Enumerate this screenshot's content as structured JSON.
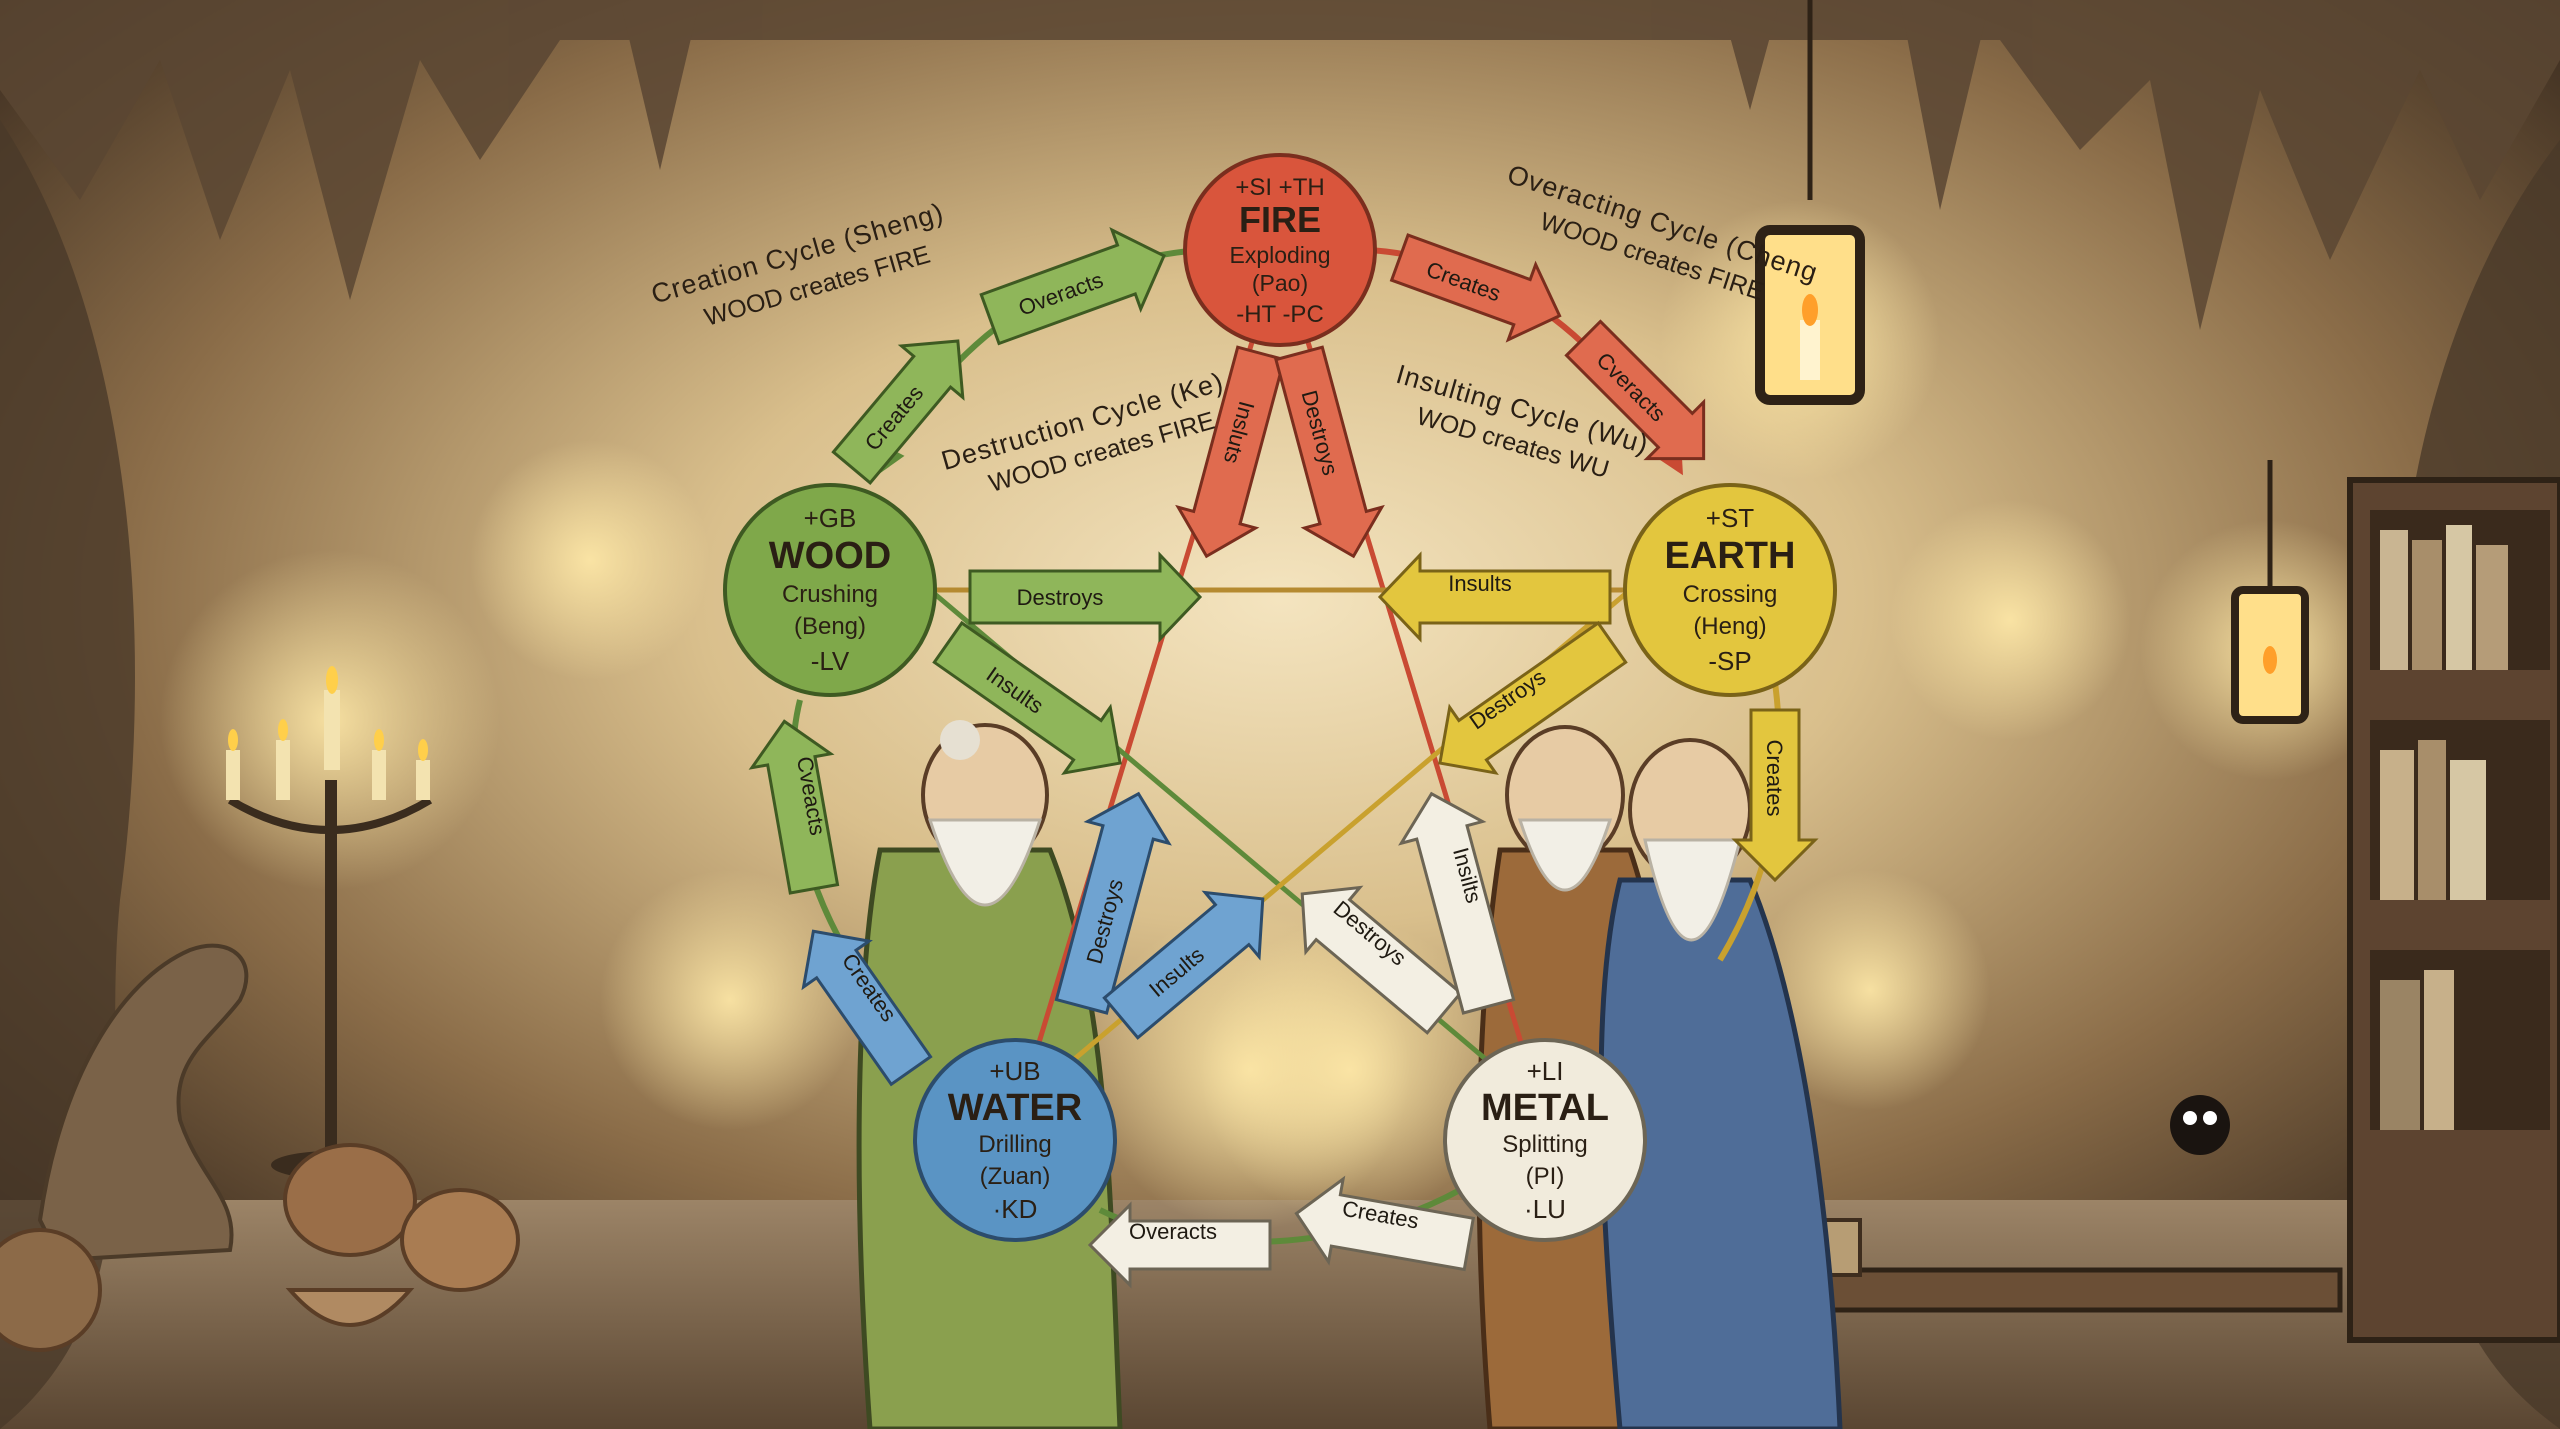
{
  "elements": {
    "fire": {
      "top": "+SI  +TH",
      "name": "FIRE",
      "movement": "Exploding",
      "chinese": "(Pao)",
      "bottom": "-HT   -PC",
      "color": "#d9553c"
    },
    "earth": {
      "top": "+ST",
      "name": "EARTH",
      "movement": "Crossing",
      "chinese": "(Heng)",
      "bottom": "-SP",
      "color": "#e3c63e"
    },
    "metal": {
      "top": "+LI",
      "name": "METAL",
      "movement": "Splitting",
      "chinese": "(PI)",
      "bottom": "·LU",
      "color": "#f1ebdc"
    },
    "water": {
      "top": "+UB",
      "name": "WATER",
      "movement": "Drilling",
      "chinese": "(Zuan)",
      "bottom": "·KD",
      "color": "#5a94c4"
    },
    "wood": {
      "top": "+GB",
      "name": "WOOD",
      "movement": "Crushing",
      "chinese": "(Beng)",
      "bottom": "-LV",
      "color": "#7fa84a"
    }
  },
  "cycles": {
    "creation": {
      "title": "Creation Cycle (Sheng)",
      "subtitle": "WOOD creates FIRE"
    },
    "destruction": {
      "title": "Destruction Cycle (Ke)",
      "subtitle": "WOOD creates FIRE"
    },
    "overacting": {
      "title": "Overacting Cycle (Cheng",
      "subtitle": "WOOD creates FIRE"
    },
    "insulting": {
      "title": "Insulting Cycle (Wu)",
      "subtitle": "WOD creates WU"
    }
  },
  "arrows": {
    "wood_fire_1": "Creates",
    "wood_fire_2": "Overacts",
    "fire_earth_1": "Creates",
    "fire_earth_2": "Cveracts",
    "earth_metal": "Creates",
    "metal_water_1": "Creates",
    "metal_water_2": "Overacts",
    "water_wood_1": "Creates",
    "water_wood_2": "Cveacts",
    "wood_earth": "Destroys",
    "earth_wood": "Insults",
    "wood_metal": "Insults",
    "earth_water": "Destroys",
    "fire_metal": "Destroys",
    "fire_water": "Insluts",
    "water_earth": "Destroys",
    "water_fire": "Insults",
    "metal_wood": "Destroys",
    "metal_fire": "Insilts"
  }
}
